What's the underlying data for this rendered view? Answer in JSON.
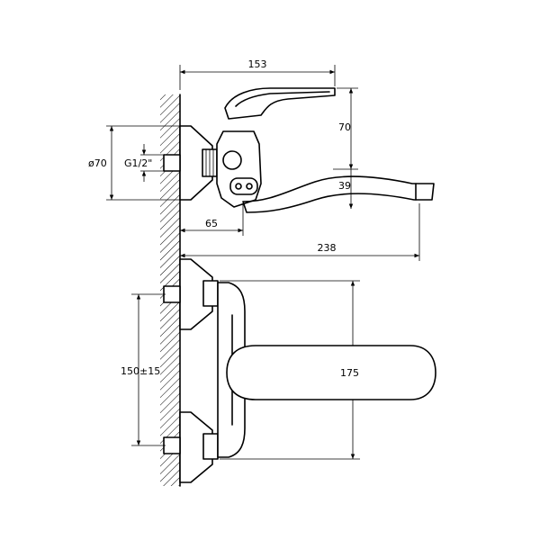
{
  "dimensions": {
    "top_width": "153",
    "handle_height": "70",
    "wall_diameter": "ø70",
    "thread": "G1/2\"",
    "spout_height": "39",
    "body_offset": "65",
    "spout_reach": "238",
    "inlet_spacing": "150±15",
    "front_height": "175"
  }
}
